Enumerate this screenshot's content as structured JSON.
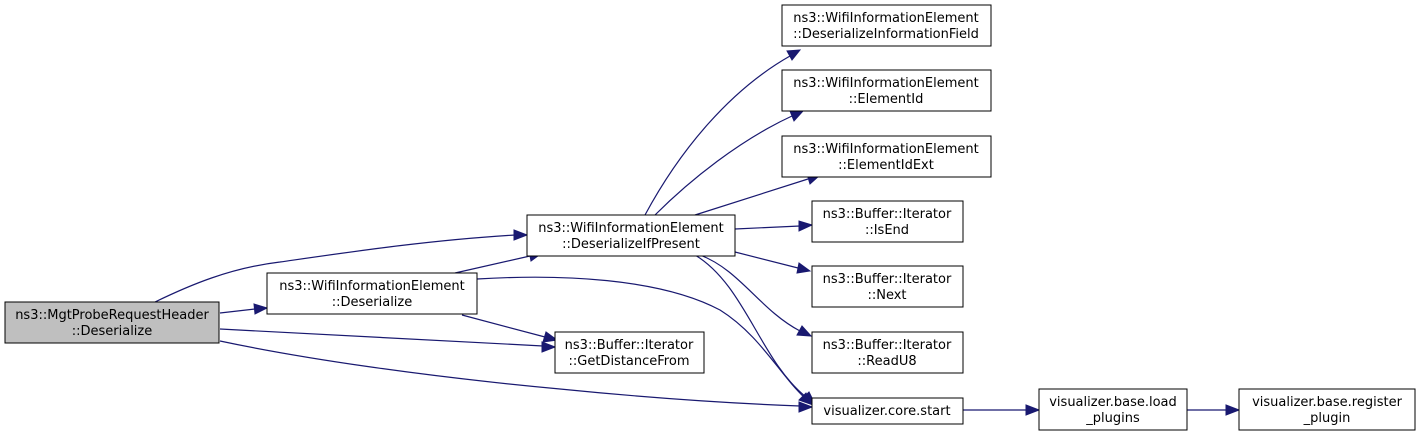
{
  "graph": {
    "nodes": [
      {
        "id": "root",
        "lines": [
          "ns3::MgtProbeRequestHeader",
          "::Deserialize"
        ]
      },
      {
        "id": "wie_deser",
        "lines": [
          "ns3::WifiInformationElement",
          "::Deserialize"
        ]
      },
      {
        "id": "wie_deser_if",
        "lines": [
          "ns3::WifiInformationElement",
          "::DeserializeIfPresent"
        ]
      },
      {
        "id": "get_dist",
        "lines": [
          "ns3::Buffer::Iterator",
          "::GetDistanceFrom"
        ]
      },
      {
        "id": "vis_start",
        "lines": [
          "visualizer.core.start"
        ]
      },
      {
        "id": "wie_deser_field",
        "lines": [
          "ns3::WifiInformationElement",
          "::DeserializeInformationField"
        ]
      },
      {
        "id": "wie_elem_id",
        "lines": [
          "ns3::WifiInformationElement",
          "::ElementId"
        ]
      },
      {
        "id": "wie_elem_id_ext",
        "lines": [
          "ns3::WifiInformationElement",
          "::ElementIdExt"
        ]
      },
      {
        "id": "buf_isend",
        "lines": [
          "ns3::Buffer::Iterator",
          "::IsEnd"
        ]
      },
      {
        "id": "buf_next",
        "lines": [
          "ns3::Buffer::Iterator",
          "::Next"
        ]
      },
      {
        "id": "buf_readu8",
        "lines": [
          "ns3::Buffer::Iterator",
          "::ReadU8"
        ]
      },
      {
        "id": "vis_load",
        "lines": [
          "visualizer.base.load",
          "_plugins"
        ]
      },
      {
        "id": "vis_register",
        "lines": [
          "visualizer.base.register",
          "_plugin"
        ]
      }
    ]
  },
  "colors": {
    "edge": "#191970",
    "root_fill": "#bfbfbf",
    "node_fill": "#ffffff",
    "node_stroke": "#000000"
  }
}
